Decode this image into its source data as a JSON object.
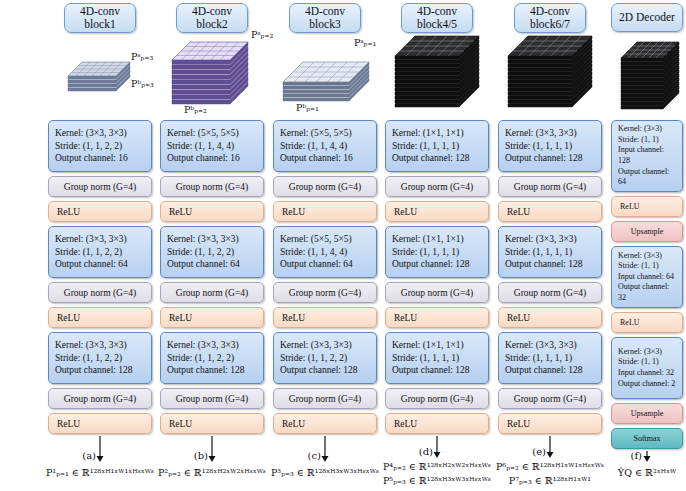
{
  "diagram": {
    "nodes": [
      {
        "text": [
          "4D-conv block1"
        ]
      },
      {
        "text": [
          "Kernel: (3×3, 3×3)",
          "Stride: (1, 1, 2, 2)",
          "Output channel: 16"
        ]
      },
      {
        "text": [
          "Group norm (G=4)"
        ]
      },
      {
        "text": [
          "ReLU"
        ]
      },
      {
        "text": [
          "Kernel: (3×3, 3×3)",
          "Stride: (1, 1, 2, 2)",
          "Output channel: 64"
        ]
      },
      {
        "text": [
          "Group norm (G=4)"
        ]
      },
      {
        "text": [
          "ReLU"
        ]
      },
      {
        "text": [
          "Kernel: (3×3, 3×3)",
          "Stride: (1, 1, 2, 2)",
          "Output channel: 128"
        ]
      },
      {
        "text": [
          "Group norm (G=4)"
        ]
      },
      {
        "text": [
          "ReLU"
        ]
      },
      {
        "text": [
          "4D-conv block2"
        ]
      },
      {
        "text": [
          "Kernel: (5×5, 5×5)",
          "Stride: (1, 1, 4, 4)",
          "Output channel: 16"
        ]
      },
      {
        "text": [
          "Group norm (G=4)"
        ]
      },
      {
        "text": [
          "ReLU"
        ]
      },
      {
        "text": [
          "Kernel: (3×3, 3×3)",
          "Stride: (1, 1, 2, 2)",
          "Output channel: 64"
        ]
      },
      {
        "text": [
          "Group norm (G=4)"
        ]
      },
      {
        "text": [
          "ReLU"
        ]
      },
      {
        "text": [
          "Kernel: (3×3, 3×3)",
          "Stride: (1, 1, 2, 2)",
          "Output channel: 128"
        ]
      },
      {
        "text": [
          "Group norm (G=4)"
        ]
      },
      {
        "text": [
          "ReLU"
        ]
      },
      {
        "text": [
          "4D-conv block3"
        ]
      },
      {
        "text": [
          "Kernel: (5×5, 5×5)",
          "Stride: (1, 1, 4, 4)",
          "Output channel: 16"
        ]
      },
      {
        "text": [
          "Group norm (G=4)"
        ]
      },
      {
        "text": [
          "ReLU"
        ]
      },
      {
        "text": [
          "Kernel: (5×5, 5×5)",
          "Stride: (1, 1, 4, 4)",
          "Output channel: 64"
        ]
      },
      {
        "text": [
          "Group norm (G=4)"
        ]
      },
      {
        "text": [
          "ReLU"
        ]
      },
      {
        "text": [
          "Kernel: (3×3, 3×3)",
          "Stride: (1, 1, 2, 2)",
          "Output channel: 128"
        ]
      },
      {
        "text": [
          "Group norm (G=4)"
        ]
      },
      {
        "text": [
          "ReLU"
        ]
      },
      {
        "text": [
          "4D-conv block4/5"
        ]
      },
      {
        "text": [
          "Kernel: (1×1, 1×1)",
          "Stride: (1, 1, 1, 1)",
          "Output channel: 128"
        ]
      },
      {
        "text": [
          "Group norm (G=4)"
        ]
      },
      {
        "text": [
          "ReLU"
        ]
      },
      {
        "text": [
          "Kernel: (1×1, 1×1)",
          "Stride: (1, 1, 1, 1)",
          "Output channel: 128"
        ]
      },
      {
        "text": [
          "Group norm (G=4)"
        ]
      },
      {
        "text": [
          "ReLU"
        ]
      },
      {
        "text": [
          "Kernel: (1×1, 1×1)",
          "Stride: (1, 1, 1, 1)",
          "Output channel: 128"
        ]
      },
      {
        "text": [
          "Group norm (G=4)"
        ]
      },
      {
        "text": [
          "ReLU"
        ]
      },
      {
        "text": [
          "4D-conv block6/7"
        ]
      },
      {
        "text": [
          "Kernel: (3×3, 3×3)",
          "Stride: (1, 1, 1, 1)",
          "Output channel: 128"
        ]
      },
      {
        "text": [
          "Group norm (G=4)"
        ]
      },
      {
        "text": [
          "ReLU"
        ]
      },
      {
        "text": [
          "Kernel: (3×3, 3×3)",
          "Stride: (1, 1, 1, 1)",
          "Output channel: 128"
        ]
      },
      {
        "text": [
          "Group norm (G=4)"
        ]
      },
      {
        "text": [
          "ReLU"
        ]
      },
      {
        "text": [
          "Kernel: (3×3, 3×3)",
          "Stride: (1, 1, 1, 1)",
          "Output channel: 128"
        ]
      },
      {
        "text": [
          "Group norm (G=4)"
        ]
      },
      {
        "text": [
          "ReLU"
        ]
      },
      {
        "text": [
          "2D Decoder"
        ]
      },
      {
        "text": [
          "Kernel: (3×3)",
          "Stride: (1, 1)",
          "Input channel: 128",
          "Output channel: 64"
        ]
      },
      {
        "text": [
          "ReLU"
        ]
      },
      {
        "text": [
          "Upsample"
        ]
      },
      {
        "text": [
          "Kernel: (3×3)",
          "Stride: (1, 1)",
          "Input channel: 64",
          "Output channel: 32"
        ]
      },
      {
        "text": [
          "ReLU"
        ]
      },
      {
        "text": [
          "Kernel: (3×3)",
          "Stride: (1, 1)",
          "Input channel: 32",
          "Output channel: 2"
        ]
      },
      {
        "text": [
          "Upsample"
        ]
      },
      {
        "text": [
          "Softmax"
        ]
      }
    ],
    "labels": [
      "Pˢₚ₌₃",
      "Pᵇₚ₌₃",
      "Pˢₚ₌₂",
      "Pᵇₚ₌₂",
      "Pˢₚ₌₁",
      "Pᵇₚ₌₁",
      "(a)",
      "P¹ₚ₌₁ ∈ ℝ¹²⁸ˣᴴ¹ˣᵂ¹ˣᴴˢˣᵂˢ",
      "(b)",
      "P²ₚ₌₂ ∈ ℝ¹²⁸ˣᴴ²ˣᵂ²ˣᴴˢˣᵂˢ",
      "(c)",
      "P³ₚ₌₃ ∈ ℝ¹²⁸ˣᴴ³ˣᵂ³ˣᴴˢˣᵂˢ",
      "(d)",
      "P⁴ₚ₌₂ ∈ ℝ¹²⁸ˣᴴ²ˣᵂ²ˣᴴˢˣᵂˢ",
      "P⁵ₚ₌₃ ∈ ℝ¹²⁸ˣᴴ³ˣᵂ³ˣᴴˢˣᵂˢ",
      "(e)",
      "P⁶ₚ₌₂ ∈ ℝ¹²⁸ˣᴴ¹ˣᵂ¹ˣᴴˢˣᵂˢ",
      "P⁷ₚ₌₃ ∈ ℝ¹²⁸ˣᴴ¹ˣᵂ¹",
      "(f)",
      "ŶQ ∈ ℝ²ˣᴴˣᵂ"
    ]
  }
}
